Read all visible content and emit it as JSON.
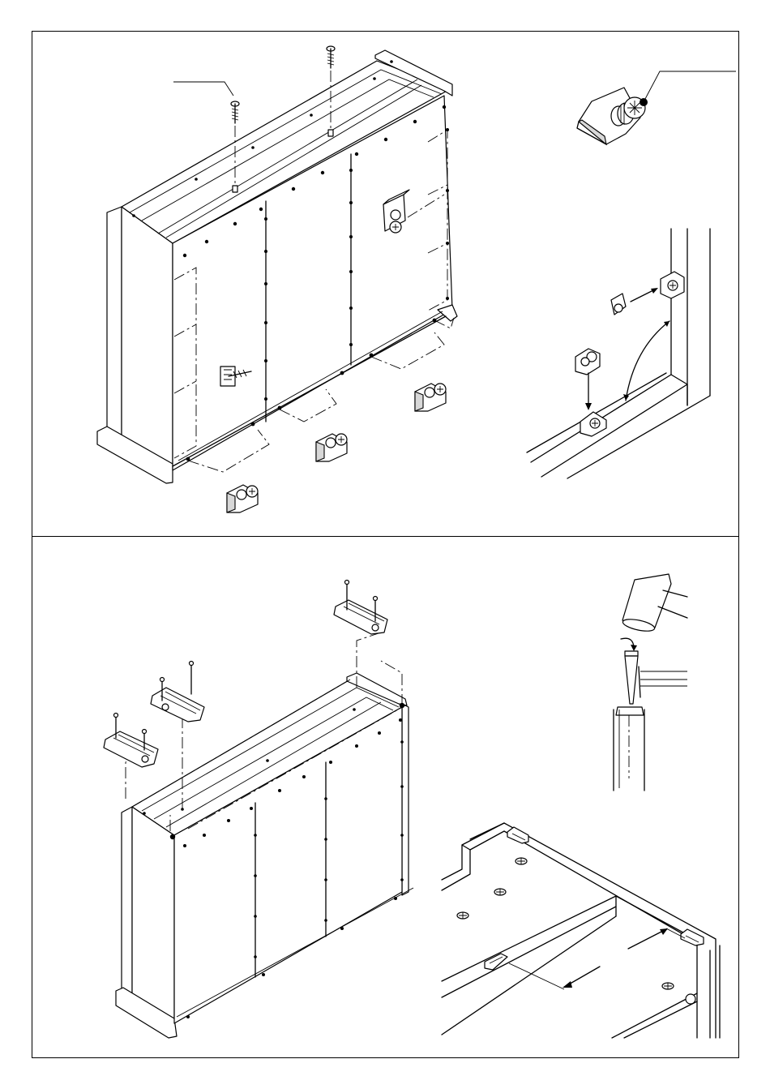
{
  "page": {
    "background": "#ffffff",
    "line_color": "#000000"
  },
  "steps": [
    {
      "name": "corner-block-fixing",
      "main_view": "wardrobe-rear-view",
      "detail_views": [
        "corner-block-detail",
        "corner-block-placement-detail"
      ]
    },
    {
      "name": "ceiling-bracket-fixing",
      "main_view": "wardrobe-top-view",
      "detail_views": [
        "hammer-nail-detail",
        "top-underside-detail"
      ]
    }
  ],
  "icons": [
    "screw-icon",
    "corner-block-icon",
    "hammer-icon",
    "nail-icon",
    "bracket-icon",
    "arrow-icon"
  ]
}
